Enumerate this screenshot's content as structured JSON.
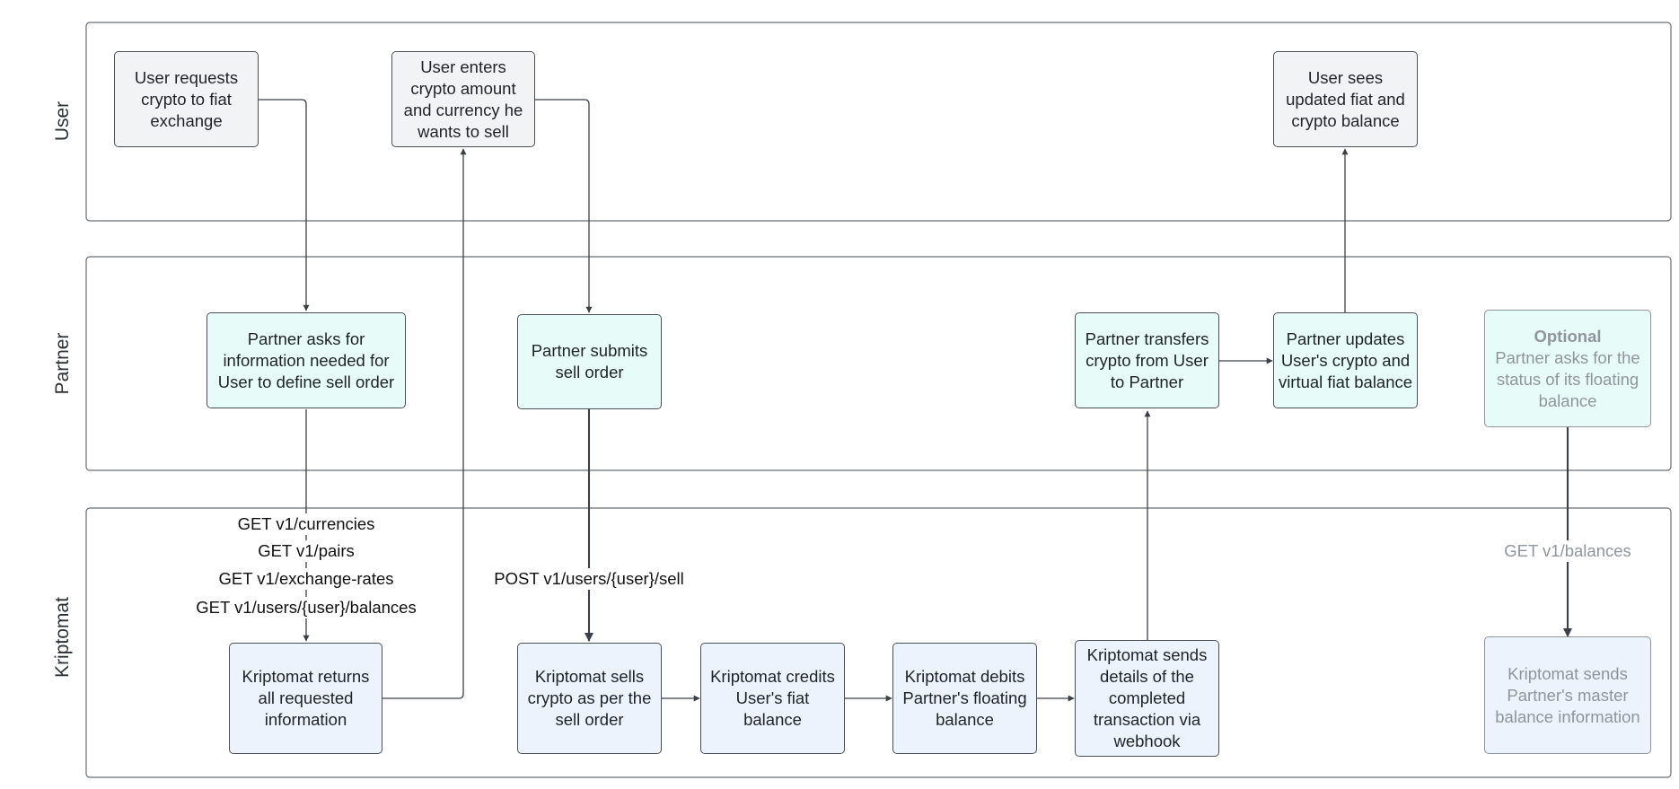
{
  "lanes": {
    "user": "User",
    "partner": "Partner",
    "kriptomat": "Kriptomat"
  },
  "nodes": {
    "user_request": "User requests crypto to fiat exchange",
    "user_enter": "User enters crypto amount and currency he wants to sell",
    "user_sees": "User sees updated fiat and crypto balance",
    "partner_asks": "Partner asks for information needed for User to define sell order",
    "partner_submits": "Partner submits sell order",
    "partner_transfers": "Partner transfers crypto from User to Partner",
    "partner_updates": "Partner updates User's crypto and virtual fiat balance",
    "partner_optional_title": "Optional",
    "partner_optional_text": "Partner asks for the status of its floating balance",
    "kripto_returns": "Kriptomat returns all requested information",
    "kripto_sells": "Kriptomat sells crypto as per the sell order",
    "kripto_credits": "Kriptomat credits User's fiat balance",
    "kripto_debits": "Kriptomat debits Partner's floating balance",
    "kripto_sends": "Kriptomat sends details of the completed transaction via webhook",
    "kripto_master": "Kriptomat sends Partner's master balance information"
  },
  "api_labels": {
    "currencies": "GET v1/currencies",
    "pairs": "GET v1/pairs",
    "exchange_rates": "GET v1/exchange-rates",
    "balances_user": "GET v1/users/{user}/balances",
    "sell": "POST v1/users/{user}/sell",
    "balances": "GET v1/balances"
  },
  "colors": {
    "user_fill": "#f2f3f5",
    "partner_fill": "#e7fcf8",
    "kriptomat_fill": "#edf3fd",
    "faded_text": "#8f959c",
    "stroke": "#3b4048"
  }
}
